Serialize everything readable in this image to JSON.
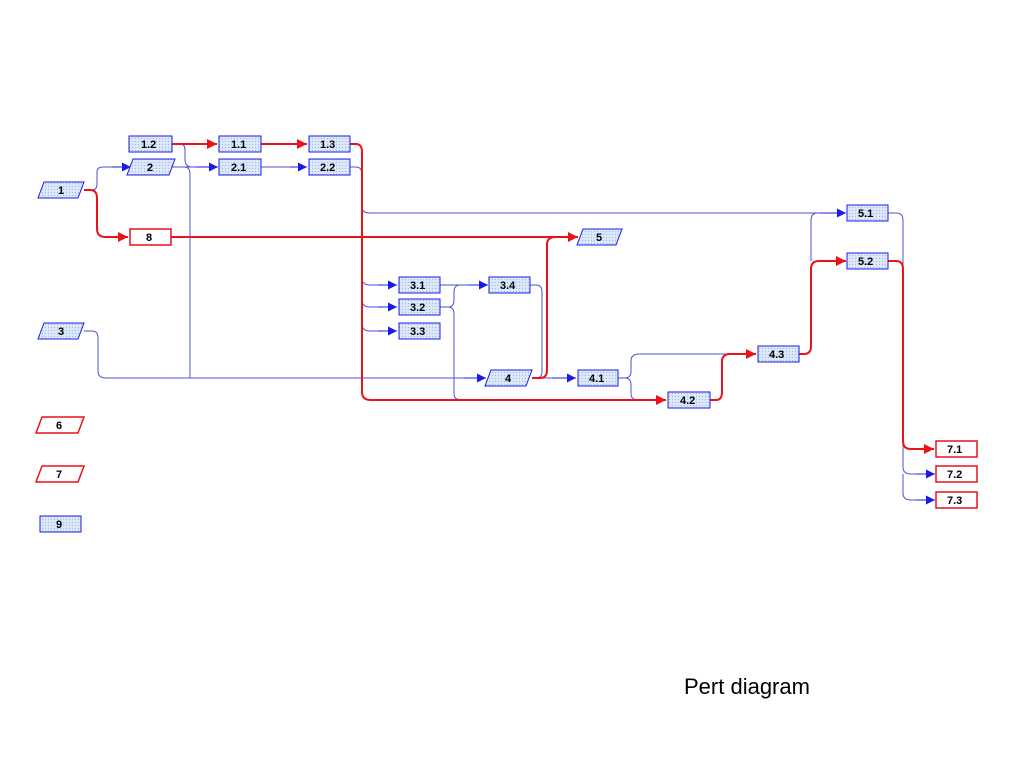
{
  "caption": "Pert diagram",
  "colors": {
    "critical": "#e8141a",
    "normal": "#1a1ae6",
    "line": "#4a55cc",
    "node_fill": "#d9e8fb",
    "node_fill_plain": "#ffffff"
  },
  "nodes": [
    {
      "id": "n1",
      "label": "1",
      "shape": "parallelogram",
      "status": "normal"
    },
    {
      "id": "n1_2",
      "label": "1.2",
      "shape": "rect",
      "status": "normal"
    },
    {
      "id": "n1_1",
      "label": "1.1",
      "shape": "rect",
      "status": "normal"
    },
    {
      "id": "n1_3",
      "label": "1.3",
      "shape": "rect",
      "status": "normal"
    },
    {
      "id": "n2",
      "label": "2",
      "shape": "parallelogram",
      "status": "normal"
    },
    {
      "id": "n2_1",
      "label": "2.1",
      "shape": "rect",
      "status": "normal"
    },
    {
      "id": "n2_2",
      "label": "2.2",
      "shape": "rect",
      "status": "normal"
    },
    {
      "id": "n8",
      "label": "8",
      "shape": "rect",
      "status": "critical"
    },
    {
      "id": "n5",
      "label": "5",
      "shape": "parallelogram",
      "status": "normal"
    },
    {
      "id": "n5_1",
      "label": "5.1",
      "shape": "rect",
      "status": "normal"
    },
    {
      "id": "n5_2",
      "label": "5.2",
      "shape": "rect",
      "status": "normal"
    },
    {
      "id": "n3",
      "label": "3",
      "shape": "parallelogram",
      "status": "normal"
    },
    {
      "id": "n3_1",
      "label": "3.1",
      "shape": "rect",
      "status": "normal"
    },
    {
      "id": "n3_2",
      "label": "3.2",
      "shape": "rect",
      "status": "normal"
    },
    {
      "id": "n3_3",
      "label": "3.3",
      "shape": "rect",
      "status": "normal"
    },
    {
      "id": "n3_4",
      "label": "3.4",
      "shape": "rect",
      "status": "normal"
    },
    {
      "id": "n4",
      "label": "4",
      "shape": "parallelogram",
      "status": "normal"
    },
    {
      "id": "n4_1",
      "label": "4.1",
      "shape": "rect",
      "status": "normal"
    },
    {
      "id": "n4_2",
      "label": "4.2",
      "shape": "rect",
      "status": "normal"
    },
    {
      "id": "n4_3",
      "label": "4.3",
      "shape": "rect",
      "status": "normal"
    },
    {
      "id": "n6",
      "label": "6",
      "shape": "parallelogram",
      "status": "critical"
    },
    {
      "id": "n7",
      "label": "7",
      "shape": "parallelogram",
      "status": "critical"
    },
    {
      "id": "n9",
      "label": "9",
      "shape": "rect",
      "status": "normal"
    },
    {
      "id": "n7_1",
      "label": "7.1",
      "shape": "rect",
      "status": "critical"
    },
    {
      "id": "n7_2",
      "label": "7.2",
      "shape": "rect",
      "status": "critical"
    },
    {
      "id": "n7_3",
      "label": "7.3",
      "shape": "rect",
      "status": "critical"
    }
  ],
  "links": [
    {
      "from": "1.2",
      "to": "1.1",
      "critical": true
    },
    {
      "from": "1.1",
      "to": "1.3",
      "critical": true
    },
    {
      "from": "2",
      "to": "2.1",
      "critical": false
    },
    {
      "from": "2.1",
      "to": "2.2",
      "critical": false
    },
    {
      "from": "1",
      "to": "2",
      "critical": false
    },
    {
      "from": "1",
      "to": "8",
      "critical": true
    },
    {
      "from": "8",
      "to": "5",
      "critical": true
    },
    {
      "from": "2.2",
      "to": "5.1",
      "critical": false
    },
    {
      "from": "1.3",
      "to": "4.2",
      "critical": true
    },
    {
      "from": "2.2",
      "to": "3.1",
      "critical": false
    },
    {
      "from": "2.2",
      "to": "3.2",
      "critical": false
    },
    {
      "from": "2.2",
      "to": "3.3",
      "critical": false
    },
    {
      "from": "3.1",
      "to": "3.4",
      "critical": false
    },
    {
      "from": "3",
      "to": "4",
      "critical": false
    },
    {
      "from": "3.4",
      "to": "4",
      "critical": false
    },
    {
      "from": "4",
      "to": "5",
      "critical": true
    },
    {
      "from": "4",
      "to": "4.1",
      "critical": false
    },
    {
      "from": "4.1",
      "to": "4.3",
      "critical": false
    },
    {
      "from": "4.2",
      "to": "4.3",
      "critical": true
    },
    {
      "from": "4.3",
      "to": "5.2",
      "critical": true
    },
    {
      "from": "4.3",
      "to": "5.1",
      "critical": false
    },
    {
      "from": "5.2",
      "to": "7.1",
      "critical": true
    },
    {
      "from": "5.1",
      "to": "7.2",
      "critical": false
    },
    {
      "from": "5.1",
      "to": "7.3",
      "critical": false
    }
  ]
}
